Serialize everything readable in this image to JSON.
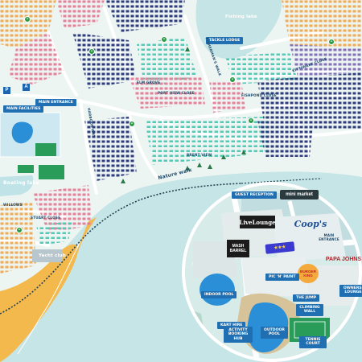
{
  "labels": {
    "fishing_lake": "Fishing lake",
    "tackle_lodge": "TACKLE LODGE",
    "main_facilities": "MAIN FACILITIES",
    "main_entrance": "MAIN ENTRANCE",
    "boating_lake": "Boating lake",
    "yacht_club": "Yacht club",
    "nature_walk": "Nature walk",
    "brent_view": "BRENT VIEW",
    "kittiwake_close": "KITTIWAKE CLOSE",
    "fishpond_close": "FISHPOND CLOSE",
    "fishermans_walk": "FISHERMAN'S WALK",
    "elm_grove": "ELM GROVE",
    "port_view_close": "PORT VIEW CLOSE",
    "stuart_close": "STUART CLOSE",
    "harbour_way": "HARBOUR WAY",
    "willows": "WILLOWS"
  },
  "inset": {
    "guest_reception": "GUEST RECEPTION",
    "mini_market": "mini market",
    "live_lounge": "LiveLounge",
    "coops": "Coop's",
    "main_entrance": "MAIN ENTRANCE",
    "mash_barrel_top": "MASH",
    "mash_barrel_bottom": "BARREL",
    "papa_johns": "PAPA JOHNS",
    "burger_king_top": "BURGER",
    "burger_king_bottom": "KING",
    "pic_n_paint": "PIC 'N' PAINT",
    "owners_lounge": "OWNERS' LOUNGE",
    "indoor_pool": "INDOOR POOL",
    "the_jump": "THE JUMP",
    "climbing_wall": "CLIMBING WALL",
    "kart_hire": "KART HIRE",
    "activity_booking_hub": "ACTIVITY BOOKING HUB",
    "outdoor_pool": "OUTDOOR POOL",
    "tennis_court": "TENNIS COURT"
  },
  "colors": {
    "water": "#c4e4e6",
    "land": "#ecf4f2",
    "road": "#ffffff",
    "beach": "#f2b84b",
    "blue_caravan": "#25337a",
    "pink_caravan": "#e87a94",
    "teal_caravan": "#4dc7b3",
    "orange_caravan": "#f4a74b",
    "accent": "#1f6fb2",
    "pool": "#2a8fd6",
    "green_pin": "#2b9c45"
  }
}
